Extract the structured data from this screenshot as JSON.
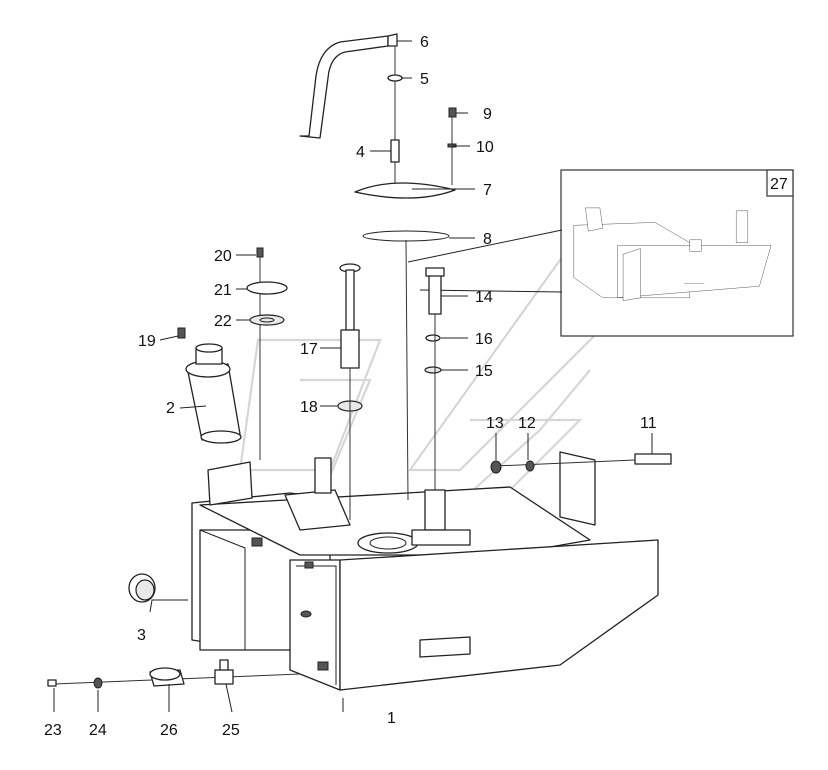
{
  "diagram": {
    "inset_label": "27",
    "callouts": [
      "1",
      "2",
      "3",
      "4",
      "5",
      "6",
      "7",
      "8",
      "9",
      "10",
      "11",
      "12",
      "13",
      "14",
      "15",
      "16",
      "17",
      "18",
      "19",
      "20",
      "21",
      "22",
      "23",
      "24",
      "25",
      "26"
    ]
  }
}
